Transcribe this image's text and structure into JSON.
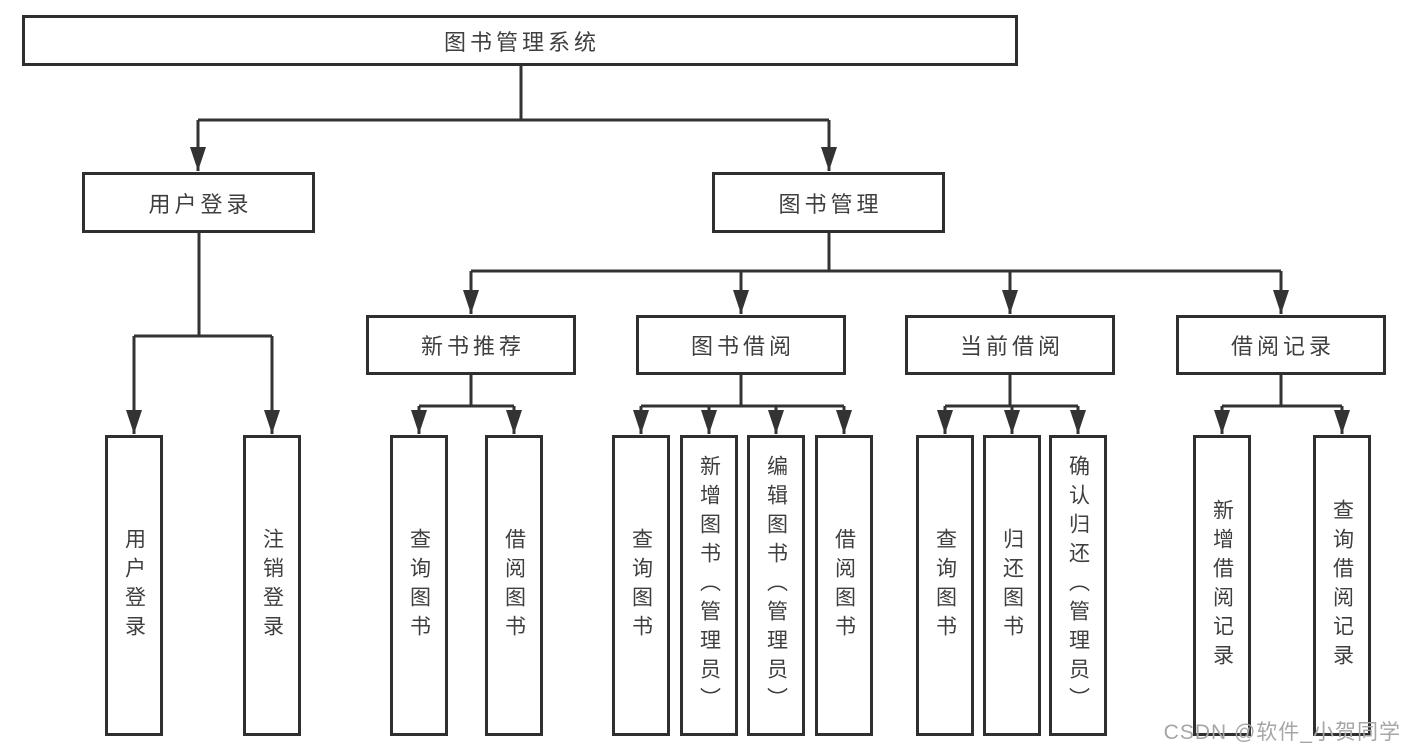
{
  "colors": {
    "line": "#333333",
    "box_border": "#2f2f2f",
    "text": "#3f3f3f",
    "watermark": "#a6a6a6",
    "background": "#ffffff"
  },
  "tree": {
    "root": "图书管理系统",
    "user_login": {
      "label": "用户登录",
      "children": [
        "用户登录",
        "注销登录"
      ]
    },
    "book_management": {
      "label": "图书管理",
      "sections": [
        {
          "label": "新书推荐",
          "children": [
            "查询图书",
            "借阅图书"
          ]
        },
        {
          "label": "图书借阅",
          "children": [
            "查询图书",
            "新增图书（管理员）",
            "编辑图书（管理员）",
            "借阅图书"
          ]
        },
        {
          "label": "当前借阅",
          "children": [
            "查询图书",
            "归还图书",
            "确认归还（管理员）"
          ]
        },
        {
          "label": "借阅记录",
          "children": [
            "新增借阅记录",
            "查询借阅记录"
          ]
        }
      ]
    }
  },
  "watermark": {
    "text": "CSDN @软件_小贺同学"
  }
}
